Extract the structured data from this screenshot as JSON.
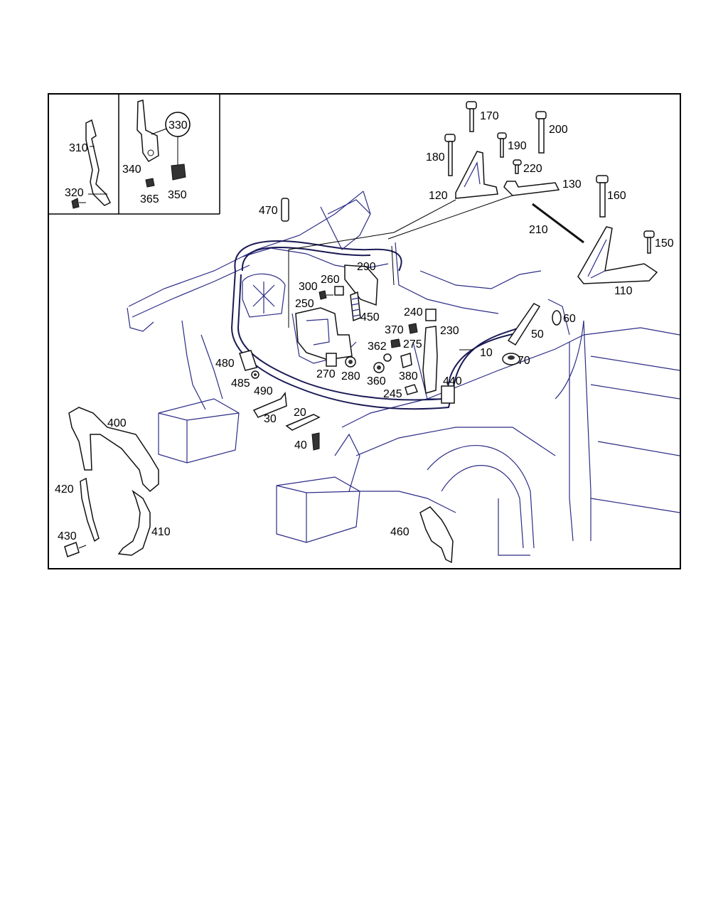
{
  "diagram": {
    "colors": {
      "outline": "#2b2c86",
      "frame": "#000000",
      "background": "#ffffff"
    },
    "callouts": {
      "c10": "10",
      "c20": "20",
      "c30": "30",
      "c40": "40",
      "c50": "50",
      "c60": "60",
      "c70": "70",
      "c110": "110",
      "c120": "120",
      "c130": "130",
      "c150": "150",
      "c160": "160",
      "c170": "170",
      "c180": "180",
      "c190": "190",
      "c200": "200",
      "c210": "210",
      "c220": "220",
      "c230": "230",
      "c240": "240",
      "c245": "245",
      "c250": "250",
      "c260": "260",
      "c270": "270",
      "c275": "275",
      "c280": "280",
      "c290": "290",
      "c300": "300",
      "c310": "310",
      "c320": "320",
      "c330": "330",
      "c340": "340",
      "c350": "350",
      "c360": "360",
      "c362": "362",
      "c365": "365",
      "c370": "370",
      "c380": "380",
      "c400": "400",
      "c410": "410",
      "c420": "420",
      "c430": "430",
      "c440": "440",
      "c450": "450",
      "c460": "460",
      "c470": "470",
      "c480": "480",
      "c485": "485",
      "c490": "490"
    }
  }
}
